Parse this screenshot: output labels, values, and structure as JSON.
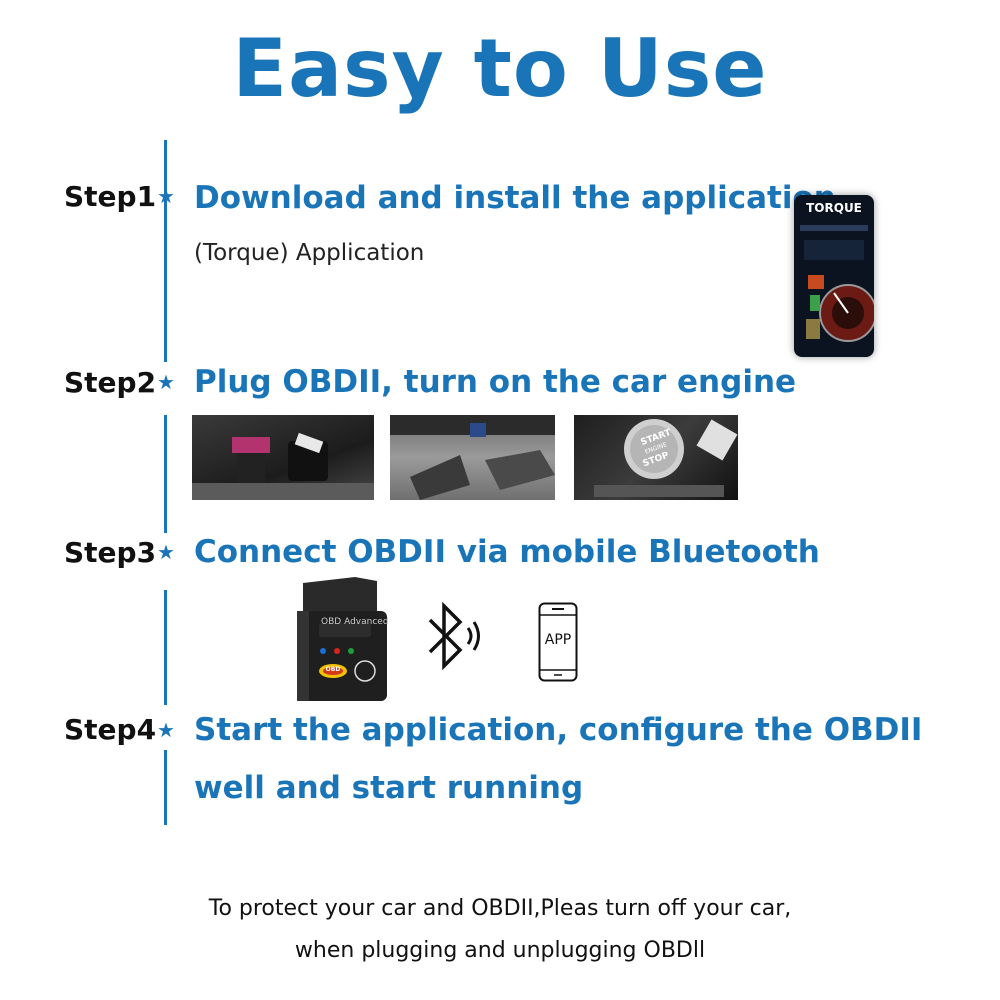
{
  "title": "Easy to Use",
  "steps": [
    {
      "label": "Step1",
      "heading": "Download and install the application",
      "sub": "(Torque) Application"
    },
    {
      "label": "Step2",
      "heading": "Plug OBDII, turn on the car engine"
    },
    {
      "label": "Step3",
      "heading": "Connect OBDII via mobile Bluetooth"
    },
    {
      "label": "Step4",
      "heading_line1": "Start the application, configure the OBDII",
      "heading_line2": "well and start running"
    }
  ],
  "torque_app": {
    "name": "TORQUE"
  },
  "photos": {
    "start_button_text_1": "START",
    "start_button_text_2": "ENGINE",
    "start_button_text_3": "STOP"
  },
  "device": {
    "brand": "OBD",
    "model": "Advanced",
    "logo": "OBD"
  },
  "phone": {
    "label": "APP"
  },
  "icons": {
    "star": "star-icon",
    "bluetooth": "bluetooth-icon",
    "phone": "phone-icon"
  },
  "note": {
    "line1": "To protect your car and OBDII,Pleas turn off your car,",
    "line2": "when plugging and unplugging OBDll"
  },
  "colors": {
    "accent": "#1a75b8",
    "text": "#111111"
  }
}
